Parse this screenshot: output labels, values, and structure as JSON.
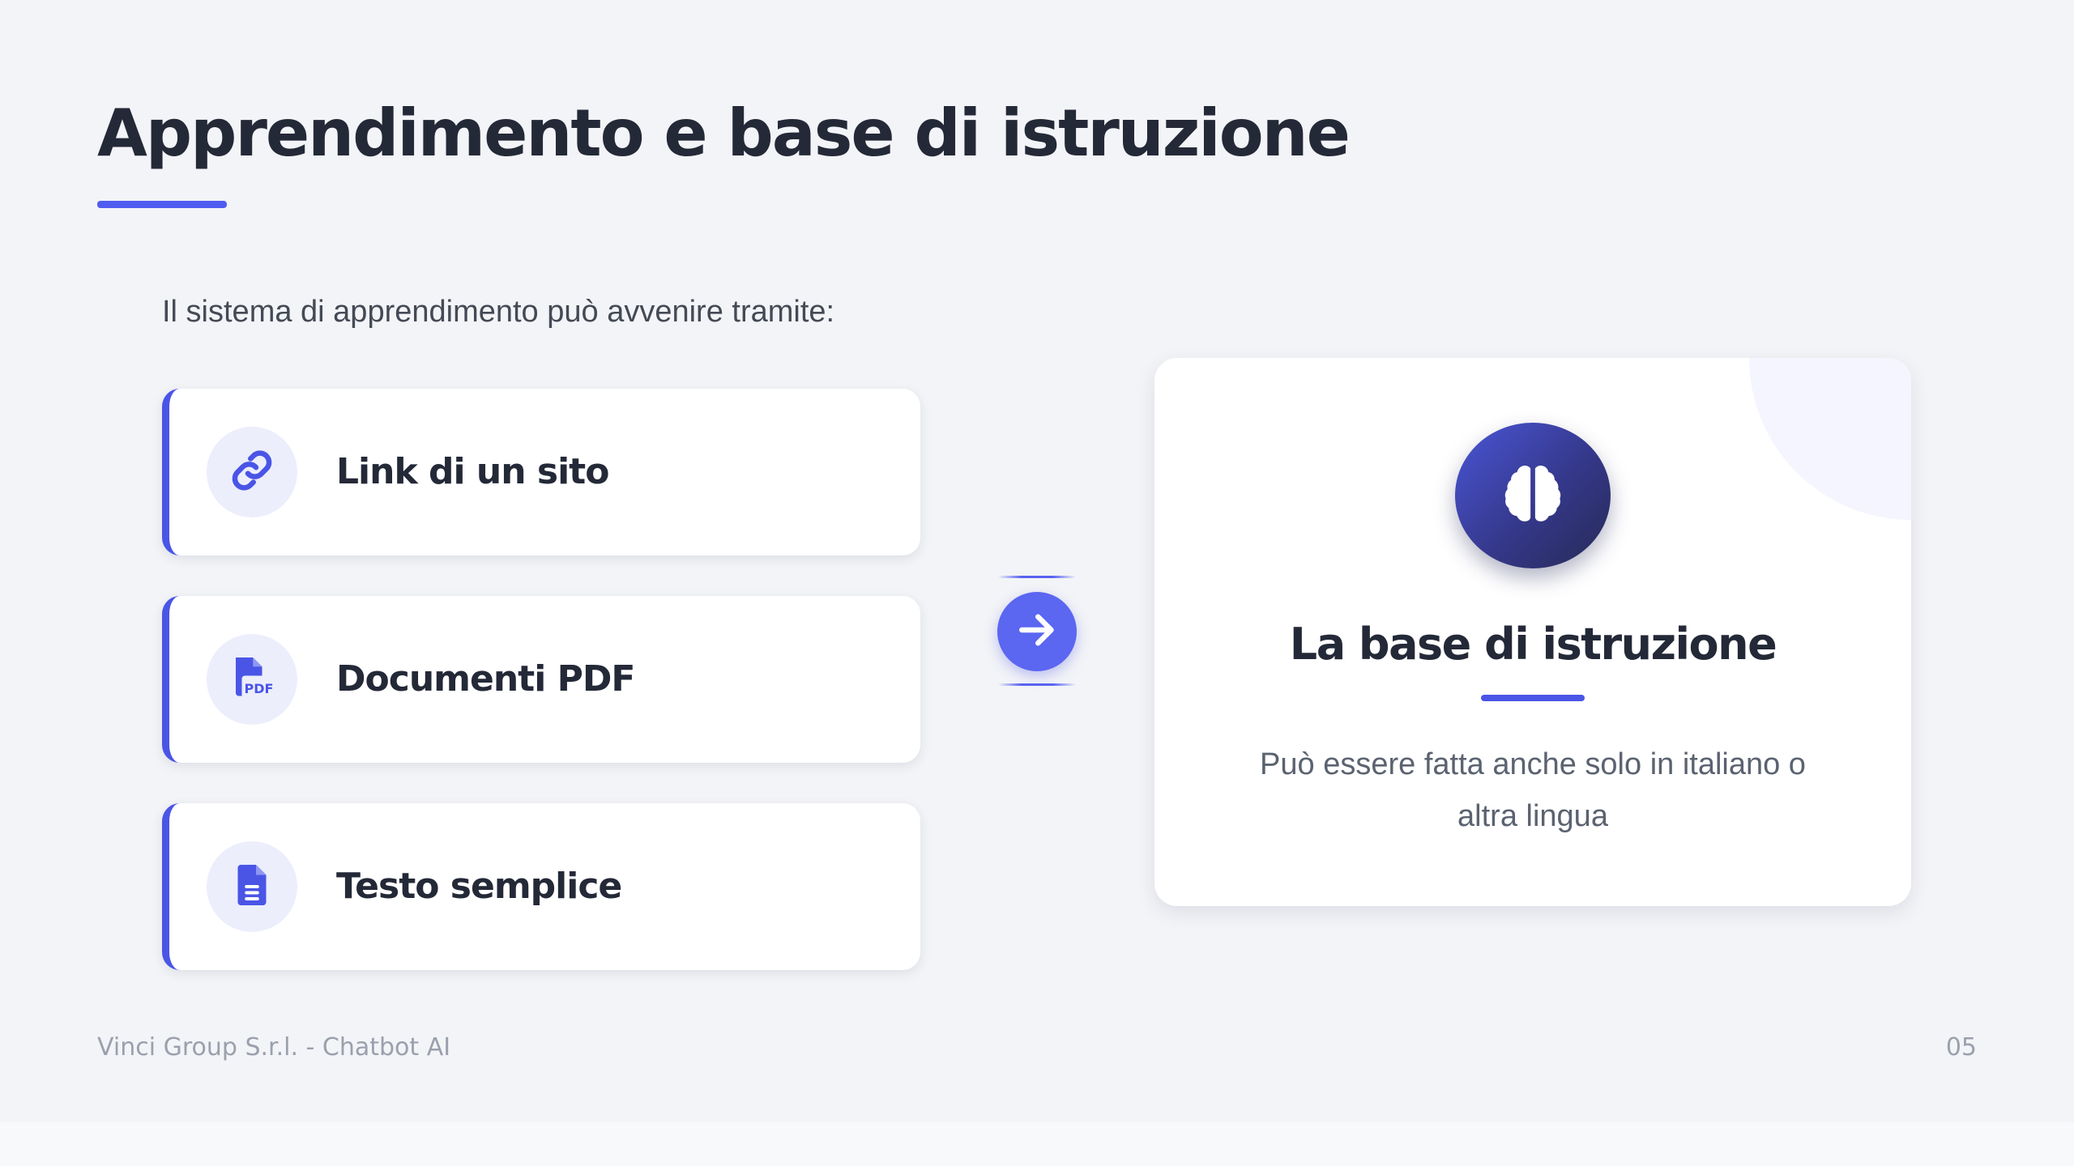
{
  "slide": {
    "title": "Apprendimento e base di istruzione",
    "intro": "Il sistema di apprendimento può avvenire tramite:"
  },
  "sources": [
    {
      "label": "Link di un sito",
      "icon": "link-icon"
    },
    {
      "label": "Documenti PDF",
      "icon": "pdf-file-icon"
    },
    {
      "label": "Testo semplice",
      "icon": "text-file-icon"
    }
  ],
  "connector": {
    "icon": "arrow-right-icon"
  },
  "result": {
    "icon": "brain-icon",
    "title": "La base di istruzione",
    "description": "Può essere fatta anche solo in italiano o altra lingua"
  },
  "footer": {
    "left": "Vinci Group S.r.l. - Chatbot AI",
    "page_number": "05"
  },
  "colors": {
    "accent": "#4f5cef",
    "background": "#f3f4f7",
    "heading": "#242938",
    "icon_circle_bg": "#eceefc",
    "brain_gradient_start": "#4a56d8",
    "brain_gradient_end": "#262a55"
  }
}
